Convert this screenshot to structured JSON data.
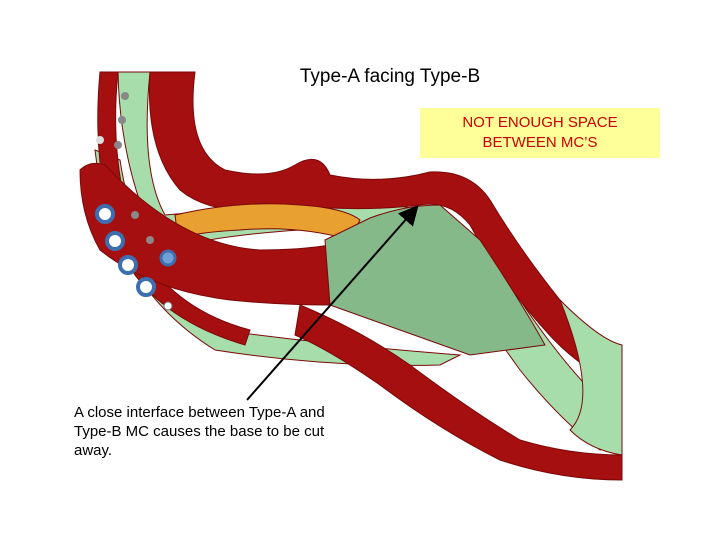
{
  "title": "Type-A facing Type-B",
  "callout": {
    "line1": "NOT ENOUGH SPACE",
    "line2": "BETWEEN MC’S"
  },
  "note": "A close interface between Type-A and Type-B MC causes the base to be cut away.",
  "colors": {
    "part_red": "#a50f0f",
    "part_red_dark": "#7a0808",
    "base_green": "#a7dcab",
    "base_green_dark": "#86b98a",
    "orange": "#e8a030",
    "callout_bg": "#ffff99",
    "callout_text": "#cc0000"
  }
}
